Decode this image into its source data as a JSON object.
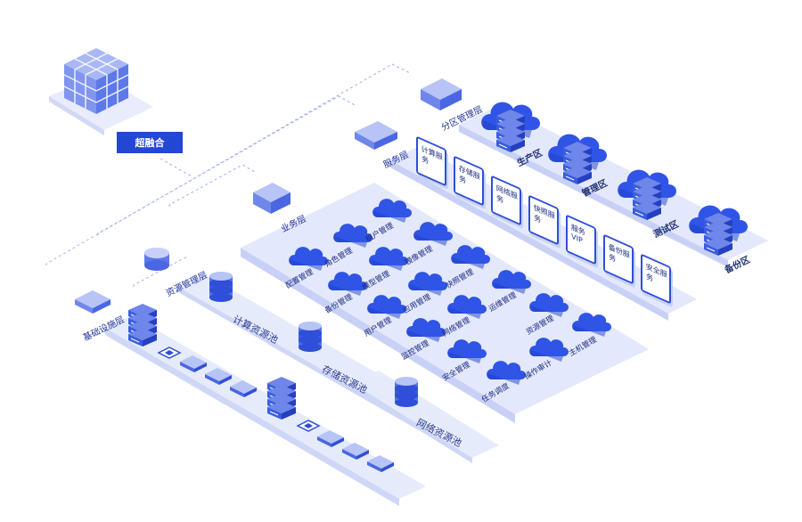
{
  "hyperconverged_label": "超融合",
  "layers": {
    "partition": "分区管理层",
    "service": "服务层",
    "business": "业务层",
    "resource": "资源管理层",
    "infrastructure": "基础设施层"
  },
  "zones": [
    "生产区",
    "管理区",
    "测试区",
    "备份区"
  ],
  "services": [
    "计算服务",
    "存储服务",
    "网络服务",
    "快照服务",
    "服务VIP",
    "备份服务",
    "安全服务"
  ],
  "clouds": [
    "租户管理",
    "角色管理",
    "镜像管理",
    "配置管理",
    "模型管理",
    "快照管理",
    "备份管理",
    "应用管理",
    "运维管理",
    "用户管理",
    "网络管理",
    "资源管理",
    "主机管理",
    "监控管理",
    "安全管理",
    "操作审计",
    "任务调度"
  ],
  "pools": [
    "计算资源池",
    "存储资源池",
    "网络资源池"
  ],
  "colors": {
    "accent": "#2f4fd8",
    "platform": "#e3e8fc",
    "platform_edge": "#c8d1f5",
    "cloud": "#2f54e6"
  }
}
